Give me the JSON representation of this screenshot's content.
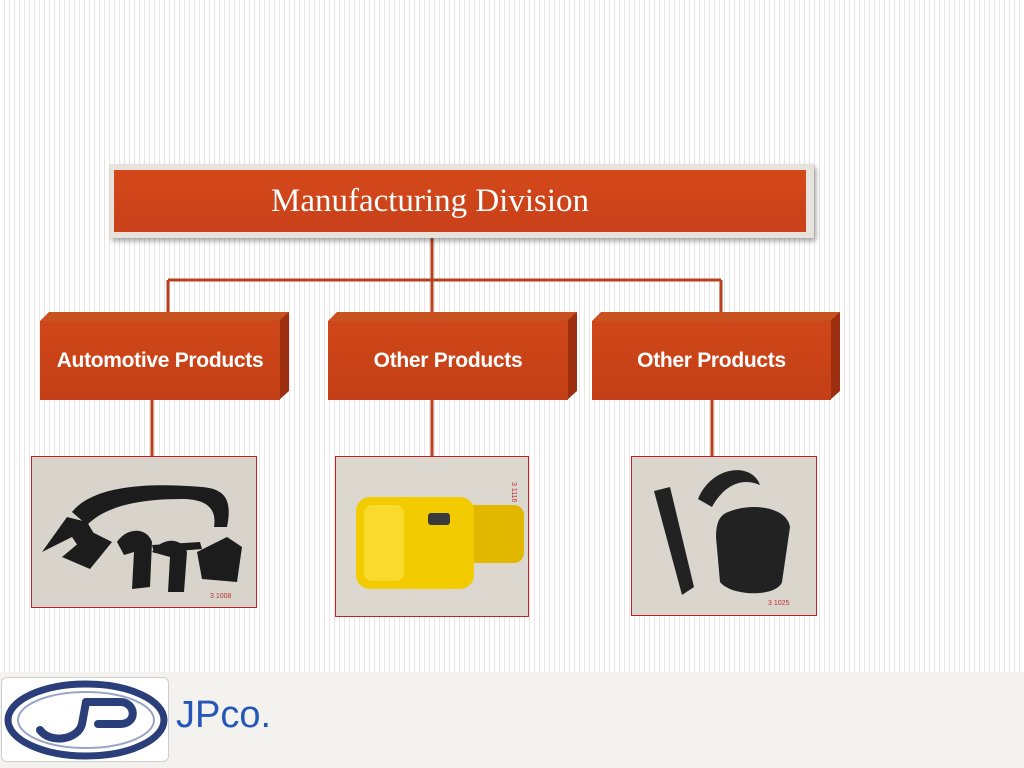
{
  "diagram": {
    "root": {
      "label": "Manufacturing Division"
    },
    "children": [
      {
        "label": "Automotive Products",
        "photo_caption": "3 1008"
      },
      {
        "label": "Other Products",
        "photo_caption": "3 1116"
      },
      {
        "label": "Other Products",
        "photo_caption": "3 1025"
      }
    ]
  },
  "footer": {
    "brand": "JPco."
  },
  "colors": {
    "box": "#cf4719",
    "box_side": "#9b2f10",
    "connector": "#b8401c",
    "brand_text": "#2457b8",
    "logo_blue": "#2a3f7a"
  },
  "icons": {
    "logo": "jp-logo-icon"
  }
}
